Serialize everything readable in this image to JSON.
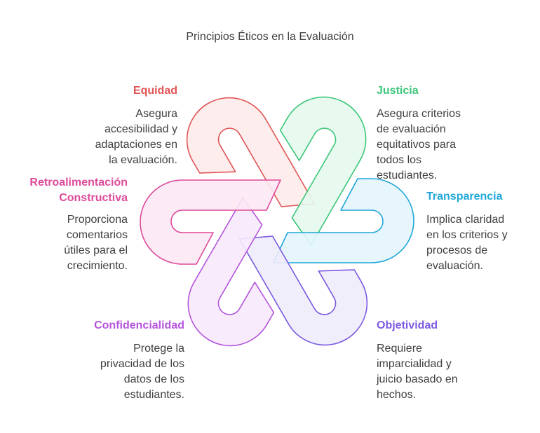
{
  "title": "Principios Éticos en la Evaluación",
  "principles": [
    {
      "title": "Equidad",
      "desc": [
        "Asegura",
        "accesibilidad y",
        "adaptaciones en",
        "la evaluación."
      ],
      "color": "#e05555",
      "fill": "#fdeceb"
    },
    {
      "title": "Justicia",
      "desc": [
        "Asegura criterios",
        "de evaluación",
        "equitativos para",
        "todos los",
        "estudiantes."
      ],
      "color": "#3cc77a",
      "fill": "#e6f9ee"
    },
    {
      "title": "Transparencia",
      "desc": [
        "Implica claridad",
        "en los criterios y",
        "procesos de",
        "evaluación."
      ],
      "color": "#20a7d8",
      "fill": "#e3f5fc"
    },
    {
      "title": "Objetividad",
      "desc": [
        "Requiere",
        "imparcialidad y",
        "juicio basado en",
        "hechos."
      ],
      "color": "#7c5ae0",
      "fill": "#efecfc"
    },
    {
      "title": "Confidencialidad",
      "desc": [
        "Protege la",
        "privacidad de los",
        "datos de los",
        "estudiantes."
      ],
      "color": "#b555dc",
      "fill": "#f7eafc"
    },
    {
      "title": "Retroalimentación Constructiva",
      "title_lines": [
        "Retroalimentación",
        "Constructiva"
      ],
      "desc": [
        "Proporciona",
        "comentarios",
        "útiles para el",
        "crecimiento."
      ],
      "color": "#dd4a9a",
      "fill": "#fce9f4"
    }
  ]
}
